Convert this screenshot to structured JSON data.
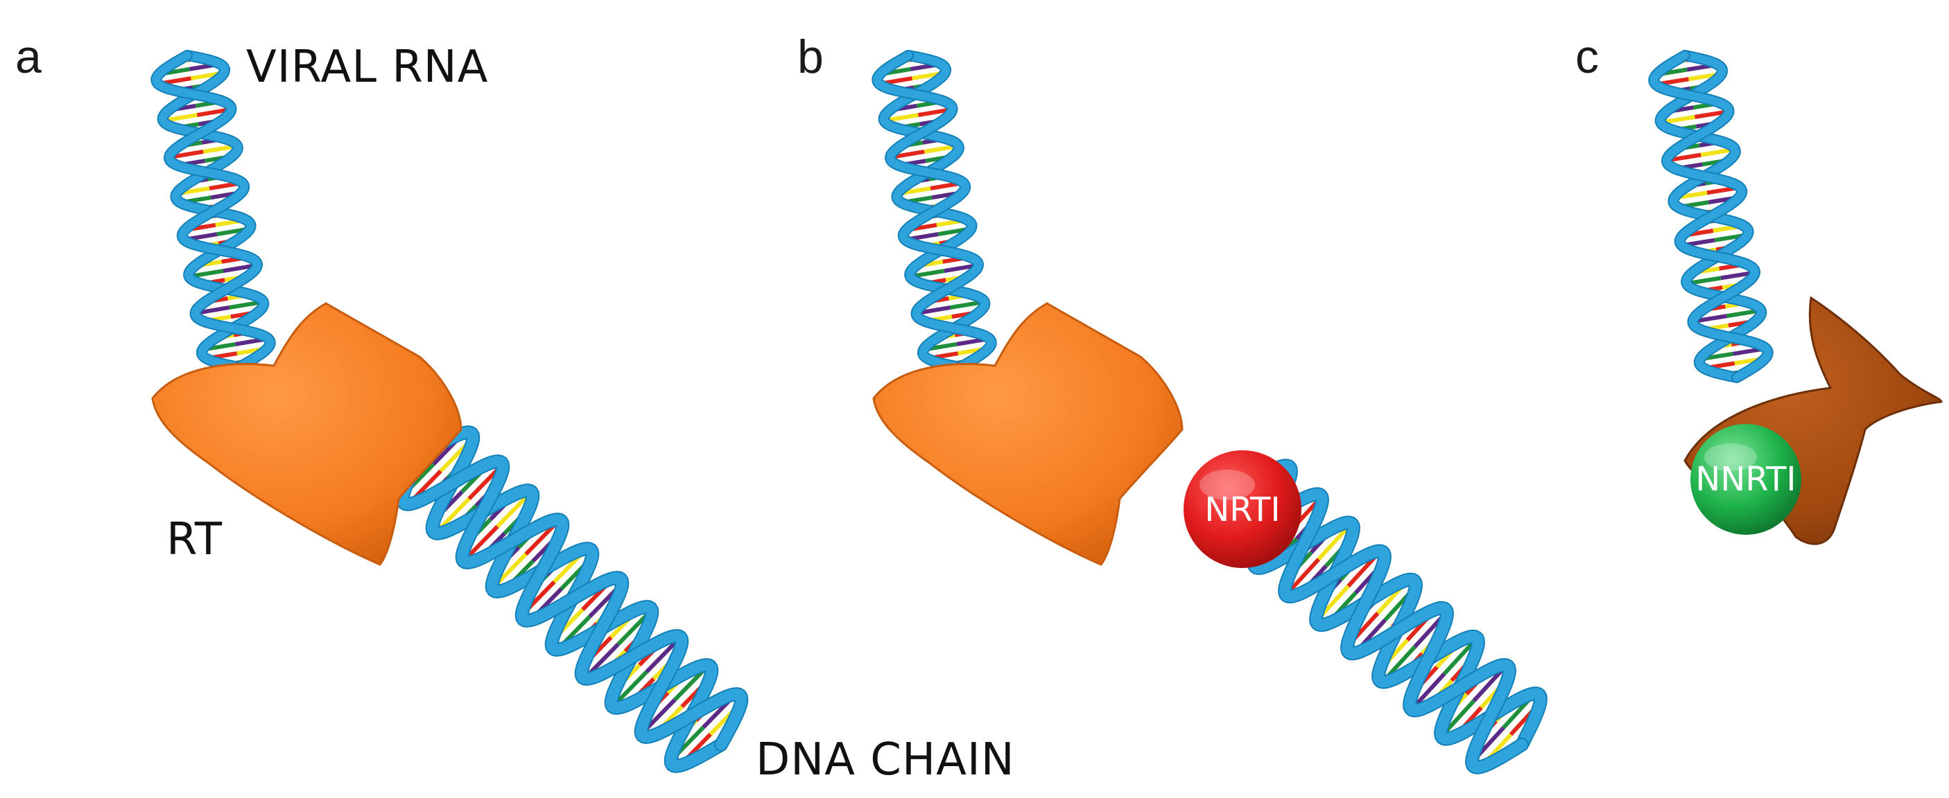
{
  "panels": {
    "a": {
      "letter": "a"
    },
    "b": {
      "letter": "b"
    },
    "c": {
      "letter": "c"
    }
  },
  "labels": {
    "viral_rna": "VIRAL RNA",
    "rt": "RT",
    "dna_chain": "DNA CHAIN",
    "nrti": "NRTI",
    "nnrti": "NNRTI"
  },
  "colors": {
    "backbone": "#2ea3dc",
    "backbone_dark": "#1580b8",
    "rt_enzyme": "#f47b20",
    "rt_enzyme_dark": "#c85d10",
    "allosteric_enzyme": "#a0480f",
    "allosteric_enzyme_dark": "#6e2f08",
    "nrti_sphere": "#e21b1b",
    "nnrti_sphere": "#1fb34a",
    "base_pairs": [
      "#f2e21a",
      "#1e8f3a",
      "#e3261c",
      "#5b2a86"
    ]
  }
}
